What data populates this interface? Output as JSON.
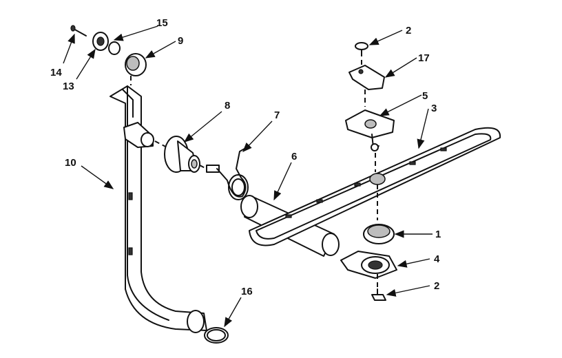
{
  "callouts": [
    {
      "id": "c1",
      "label": "1"
    },
    {
      "id": "c2a",
      "label": "2"
    },
    {
      "id": "c2b",
      "label": "2"
    },
    {
      "id": "c3",
      "label": "3"
    },
    {
      "id": "c4",
      "label": "4"
    },
    {
      "id": "c5",
      "label": "5"
    },
    {
      "id": "c6",
      "label": "6"
    },
    {
      "id": "c7",
      "label": "7"
    },
    {
      "id": "c8",
      "label": "8"
    },
    {
      "id": "c9",
      "label": "9"
    },
    {
      "id": "c10",
      "label": "10"
    },
    {
      "id": "c13",
      "label": "13"
    },
    {
      "id": "c14",
      "label": "14"
    },
    {
      "id": "c15",
      "label": "15"
    },
    {
      "id": "c16",
      "label": "16"
    },
    {
      "id": "c17",
      "label": "17"
    }
  ]
}
